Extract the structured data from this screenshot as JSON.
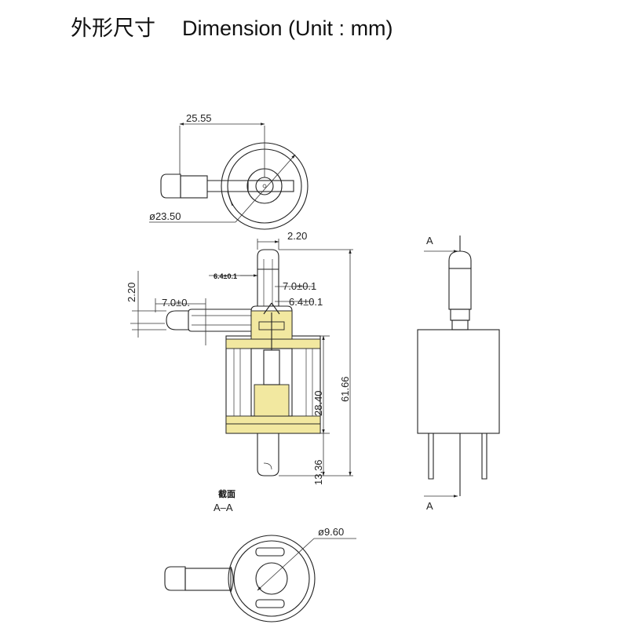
{
  "title": {
    "cn": "外形尺寸",
    "en": "Dimension (Unit : mm)"
  },
  "dimensions": {
    "top_width": "25.55",
    "top_dia": "ø23.50",
    "tip_width": "2.20",
    "left_height": "2.20",
    "bore_a": "6.4±0.1",
    "nozzle_len": "7.0±0.1",
    "side_len": "7.0±0.",
    "bore_b": "6.4±0.1",
    "body_height": "28.40",
    "total_height": "61.66",
    "terminal_len": "13.36",
    "bottom_dia": "ø9.60"
  },
  "section": {
    "title": "截面",
    "label": "A–A"
  },
  "section_marks": {
    "top": "A",
    "bottom": "A"
  }
}
